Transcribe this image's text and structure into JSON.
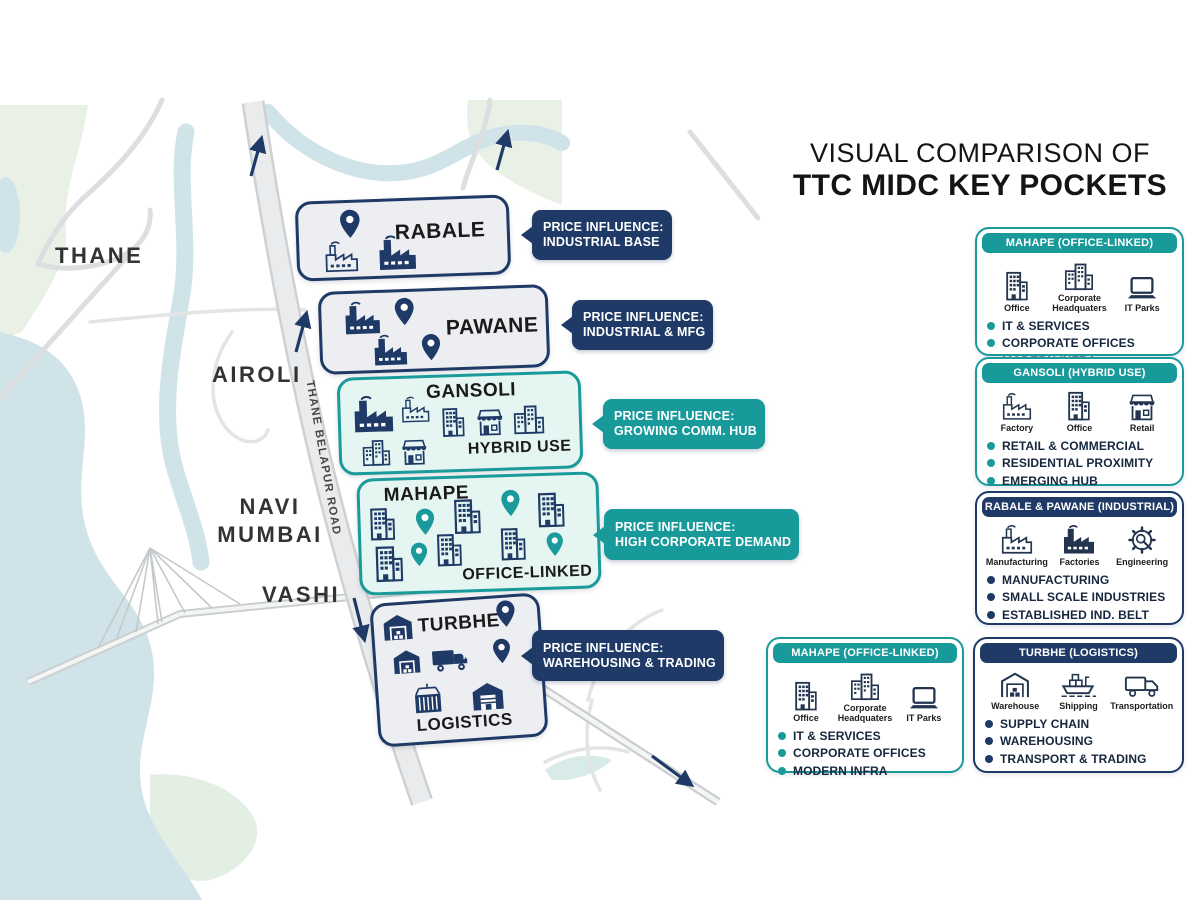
{
  "title": {
    "line1": "VISUAL COMPARISON OF",
    "line2": "TTC MIDC KEY POCKETS"
  },
  "colors": {
    "teal": "#189A9B",
    "navy": "#1F3A66",
    "mint_fill": "#E5F5F1",
    "gray_fill": "#ECEEF2",
    "water": "#CFE3E8",
    "land_green": "#E9F1E7"
  },
  "map": {
    "labels": {
      "thane": "THANE",
      "airoli": "AIROLI",
      "navi_mumbai": "NAVI\nMUMBAI",
      "vashi": "VASHI",
      "road": "THANE BELAPUR ROAD"
    },
    "pockets": [
      {
        "name": "RABALE",
        "sublabel": "",
        "theme": "navy",
        "badge": {
          "line1": "PRICE INFLUENCE:",
          "line2": "INDUSTRIAL BASE"
        }
      },
      {
        "name": "PAWANE",
        "sublabel": "",
        "theme": "navy",
        "badge": {
          "line1": "PRICE INFLUENCE:",
          "line2": "INDUSTRIAL & MFG"
        }
      },
      {
        "name": "GANSOLI",
        "sublabel": "HYBRID USE",
        "theme": "teal",
        "badge": {
          "line1": "PRICE INFLUENCE:",
          "line2": "GROWING COMM. HUB"
        }
      },
      {
        "name": "MAHAPE",
        "sublabel": "OFFICE-LINKED",
        "theme": "teal",
        "badge": {
          "line1": "PRICE INFLUENCE:",
          "line2": "HIGH CORPORATE DEMAND"
        }
      },
      {
        "name": "TURBHE",
        "sublabel": "LOGISTICS",
        "theme": "navy",
        "badge": {
          "line1": "PRICE INFLUENCE:",
          "line2": "WAREHOUSING & TRADING"
        }
      }
    ]
  },
  "cards": [
    {
      "title": "MAHAPE (OFFICE-LINKED)",
      "theme": "teal",
      "icons": [
        {
          "icon": "office-building-icon",
          "label": "Office"
        },
        {
          "icon": "corporate-hq-icon",
          "label": "Corporate Headquaters"
        },
        {
          "icon": "laptop-icon",
          "label": "IT Parks"
        }
      ],
      "bullets": [
        "IT & SERVICES",
        "CORPORATE OFFICES",
        "MODERN INFRA"
      ]
    },
    {
      "title": "GANSOLI (HYBRID USE)",
      "theme": "teal",
      "icons": [
        {
          "icon": "factory-icon",
          "label": "Factory"
        },
        {
          "icon": "office-building-icon",
          "label": "Office"
        },
        {
          "icon": "retail-store-icon",
          "label": "Retail"
        }
      ],
      "bullets": [
        "RETAIL & COMMERCIAL",
        "RESIDENTIAL PROXIMITY",
        "EMERGING HUB"
      ]
    },
    {
      "title": "RABALE & PAWANE (INDUSTRIAL)",
      "theme": "navy",
      "icons": [
        {
          "icon": "manufacturing-icon",
          "label": "Manufacturing"
        },
        {
          "icon": "factories-icon",
          "label": "Factories"
        },
        {
          "icon": "engineering-icon",
          "label": "Engineering"
        }
      ],
      "bullets": [
        "MANUFACTURING",
        "SMALL SCALE INDUSTRIES",
        "ESTABLISHED IND. BELT"
      ]
    },
    {
      "title": "MAHAPE (OFFICE-LINKED)",
      "theme": "teal",
      "icons": [
        {
          "icon": "office-building-icon",
          "label": "Office"
        },
        {
          "icon": "corporate-hq-icon",
          "label": "Corporate Headquaters"
        },
        {
          "icon": "laptop-icon",
          "label": "IT Parks"
        }
      ],
      "bullets": [
        "IT & SERVICES",
        "CORPORATE OFFICES",
        "MODERN INFRA"
      ]
    },
    {
      "title": "TURBHE (LOGISTICS)",
      "theme": "navy",
      "icons": [
        {
          "icon": "warehouse-icon",
          "label": "Warehouse"
        },
        {
          "icon": "ship-icon",
          "label": "Shipping"
        },
        {
          "icon": "truck-icon",
          "label": "Transportation"
        }
      ],
      "bullets": [
        "SUPPLY CHAIN",
        "WAREHOUSING",
        "TRANSPORT & TRADING"
      ]
    }
  ]
}
